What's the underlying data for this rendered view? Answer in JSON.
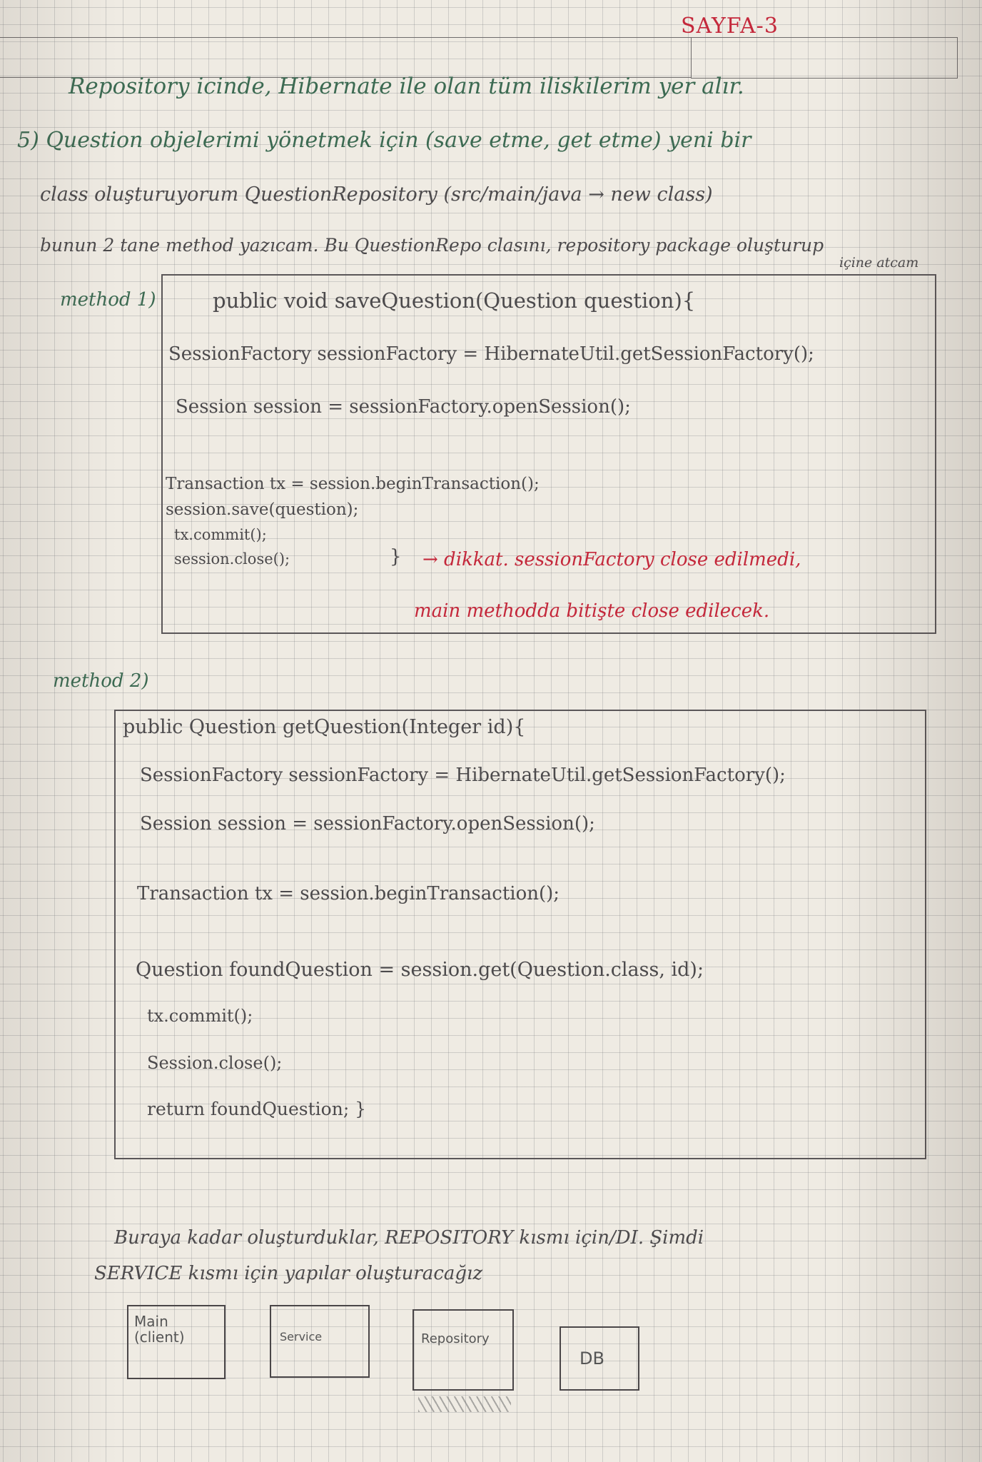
{
  "page_header": "SAYFA-3",
  "heading": "Repository icinde, Hibernate ile olan tüm iliskilerim yer alır.",
  "intro": {
    "line1": "5) Question objelerimi yönetmek için (save etme, get etme) yeni bir",
    "line2": "class oluşturuyorum QuestionRepository (src/main/java → new class)",
    "line3": "bunun 2 tane method yazıcam. Bu QuestionRepo clasını, repository package oluşturup",
    "line3_note": "içine atcam"
  },
  "method1": {
    "label": "method 1)",
    "code": [
      "public void saveQuestion(Question question){",
      "SessionFactory sessionFactory = HibernateUtil.getSessionFactory();",
      "Session session = sessionFactory.openSession();",
      "Transaction tx = session.beginTransaction();",
      "session.save(question);",
      "tx.commit();",
      "session.close();"
    ],
    "closing": "}",
    "note_line1": "→ dikkat. sessionFactory close edilmedi,",
    "note_line2": "main methodda bitişte close edilecek."
  },
  "method2": {
    "label": "method 2)",
    "code": [
      "public Question getQuestion(Integer id){",
      "SessionFactory sessionFactory = HibernateUtil.getSessionFactory();",
      "Session session = sessionFactory.openSession();",
      "Transaction tx = session.beginTransaction();",
      "Question foundQuestion = session.get(Question.class, id);",
      "tx.commit();",
      "Session.close();",
      "return foundQuestion; }"
    ]
  },
  "summary": {
    "line1": "Buraya kadar oluşturduklar, REPOSITORY kısmı için/DI. Şimdi",
    "line2": "SERVICE kısmı için yapılar oluşturacağız"
  },
  "diagram": {
    "boxes": [
      "Main (client)",
      "Service",
      "Repository",
      "DB"
    ]
  }
}
